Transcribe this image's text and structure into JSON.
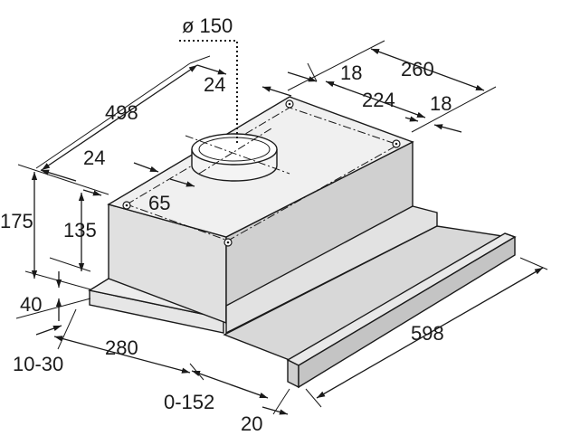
{
  "dimensions": {
    "duct_diameter": "ø 150",
    "width_top": "260",
    "offset_18_a": "18",
    "width_224": "224",
    "offset_18_b": "18",
    "depth_498": "498",
    "offset_24_top": "24",
    "offset_24_side": "24",
    "offset_65": "65",
    "height_175": "175",
    "height_135": "135",
    "height_40": "40",
    "range_10_30": "10-30",
    "depth_280": "280",
    "extension_0_152": "0-152",
    "front_20": "20",
    "width_598": "598"
  }
}
